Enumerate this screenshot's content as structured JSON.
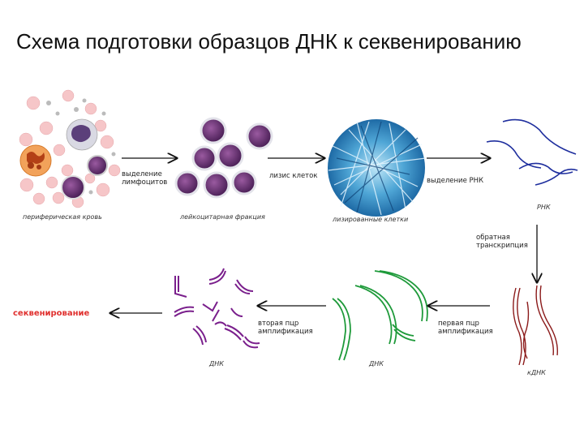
{
  "title": "Схема подготовки образцов ДНК к секвенированию",
  "captions": {
    "blood": "периферическая кровь",
    "leukocyte": "лейкоцитарная фракция",
    "lysed": "лизированные клетки",
    "rna": "РНК",
    "cdna": "кДНК",
    "dna1": "ДНК",
    "dna2": "ДНК"
  },
  "steps": {
    "lymph_isolation": "выделение\nлимфоцитов",
    "cell_lysis": "лизис клеток",
    "rna_isolation": "выделение РНК",
    "reverse_transcription": "обратная\nтранскрипция",
    "first_pcr": "первая пцр\nамплификация",
    "second_pcr": "вторая пцр\nамплификация",
    "sequencing": "секвенирование"
  },
  "colors": {
    "rna": "#1f2f9e",
    "cdna": "#8b1a1a",
    "dna_green": "#1e9a3a",
    "dna_purple": "#7a1f8c",
    "sequencing": "#e0312f",
    "arrow": "#111111"
  }
}
